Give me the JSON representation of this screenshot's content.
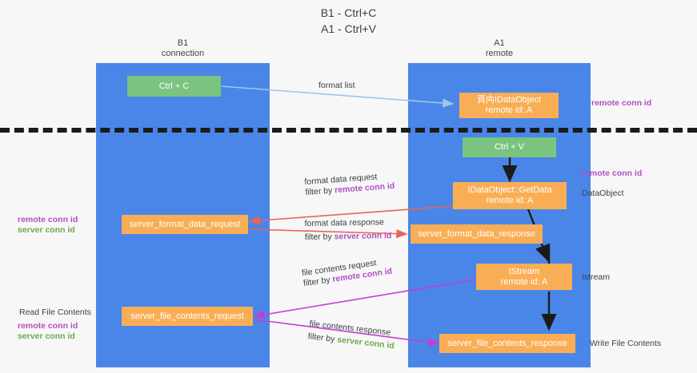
{
  "title": {
    "line1": "B1 - Ctrl+C",
    "line2": "A1 - Ctrl+V"
  },
  "lanes": [
    {
      "id": "b1",
      "name": "B1",
      "role": "connection"
    },
    {
      "id": "a1",
      "name": "A1",
      "role": "remote"
    }
  ],
  "boxes": {
    "ctrl_c": {
      "line1": "Ctrl + C",
      "color": "#7ac47f"
    },
    "ctrl_v": {
      "line1": "Ctrl + V",
      "color": "#7ac47f"
    },
    "idataobject": {
      "line1": "⾴⽱IDataObject",
      "line2": "remote id: A",
      "color": "#f9ae55"
    },
    "getdata": {
      "line1": "IDataObject::GetData",
      "line2": "remote id: A",
      "color": "#f9ae55"
    },
    "istream": {
      "line1": "IStream",
      "line2": "remote id: A",
      "color": "#f9ae55"
    },
    "server_format_data_request": {
      "line1": "server_format_data_request",
      "color": "#f9ae55"
    },
    "server_format_data_response": {
      "line1": "server_format_data_response",
      "color": "#f9ae55"
    },
    "server_file_contents_request": {
      "line1": "server_file_contents_request",
      "color": "#f9ae55"
    },
    "server_file_contents_response": {
      "line1": "server_file_contents_response",
      "color": "#f9ae55"
    }
  },
  "edge_labels": {
    "format_list": "format list",
    "format_data_request": "format data request",
    "format_data_request_filter_prefix": "filter by ",
    "format_data_request_filter_key": "remote conn id",
    "format_data_response": "format data response",
    "format_data_response_filter_prefix": "filter by ",
    "format_data_response_filter_key": "server conn id",
    "file_contents_request": "file contents request",
    "file_contents_request_filter_prefix": "filter by ",
    "file_contents_request_filter_key": "remote conn id",
    "file_contents_response": "file contents response",
    "file_contents_response_filter_prefix": "filter by ",
    "file_contents_response_filter_key": "server conn id"
  },
  "side_labels": {
    "right_remote_conn_id_top": "remote conn id",
    "right_remote_conn_id_mid": "remote conn id",
    "right_dataobject": "DataObject",
    "right_istream": "Istream",
    "right_write_file_contents": "Write File Contents",
    "left_remote_conn_id": "remote conn id",
    "left_server_conn_id": "server conn id",
    "left_read_file_contents": "Read File Contents",
    "left_remote_conn_id_2": "remote conn id",
    "left_server_conn_id_2": "server conn id"
  },
  "colors": {
    "lane": "#4a86e8",
    "green_box": "#7ac47f",
    "orange_box": "#f9ae55",
    "purple": "#b14fc5",
    "green_text": "#6aa84f",
    "arrow_blue": "#9fc5e8",
    "arrow_red": "#e8645a",
    "arrow_magenta": "#c23fd0",
    "arrow_black": "#1b1b1b",
    "divider": "#1b1b1b",
    "background": "#f7f7f7"
  }
}
